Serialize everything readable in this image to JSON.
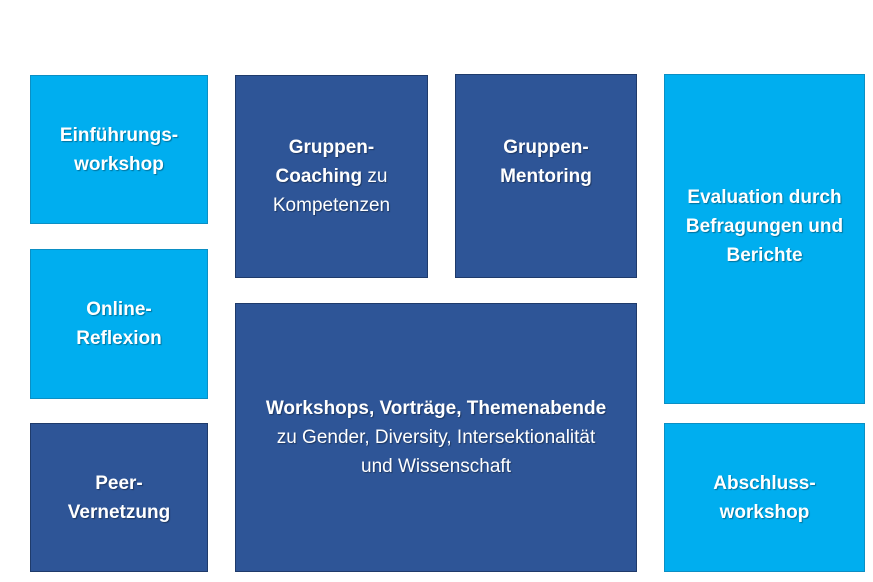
{
  "colors": {
    "light_box": "#00aeef",
    "dark_box": "#2e5597",
    "text": "#ffffff",
    "background": "#ffffff"
  },
  "boxes": {
    "einfuehrung": {
      "lines": [
        "Einführungs-",
        "workshop"
      ]
    },
    "coaching": {
      "line1": "Gruppen-",
      "line2_bold": "Coaching",
      "line2_normal": " zu",
      "line3": "Kompetenzen"
    },
    "mentoring": {
      "lines": [
        "Gruppen-",
        "Mentoring"
      ]
    },
    "evaluation": {
      "lines": [
        "Evaluation durch",
        "Befragungen und",
        "Berichte"
      ]
    },
    "online": {
      "lines": [
        "Online-",
        "Reflexion"
      ]
    },
    "workshops": {
      "title": "Workshops, Vorträge, Themenabende",
      "lines": [
        "zu Gender, Diversity, Intersektionalität",
        "und Wissenschaft"
      ]
    },
    "peer": {
      "lines": [
        "Peer-",
        "Vernetzung"
      ]
    },
    "abschluss": {
      "lines": [
        "Abschluss-",
        "workshop"
      ]
    }
  }
}
